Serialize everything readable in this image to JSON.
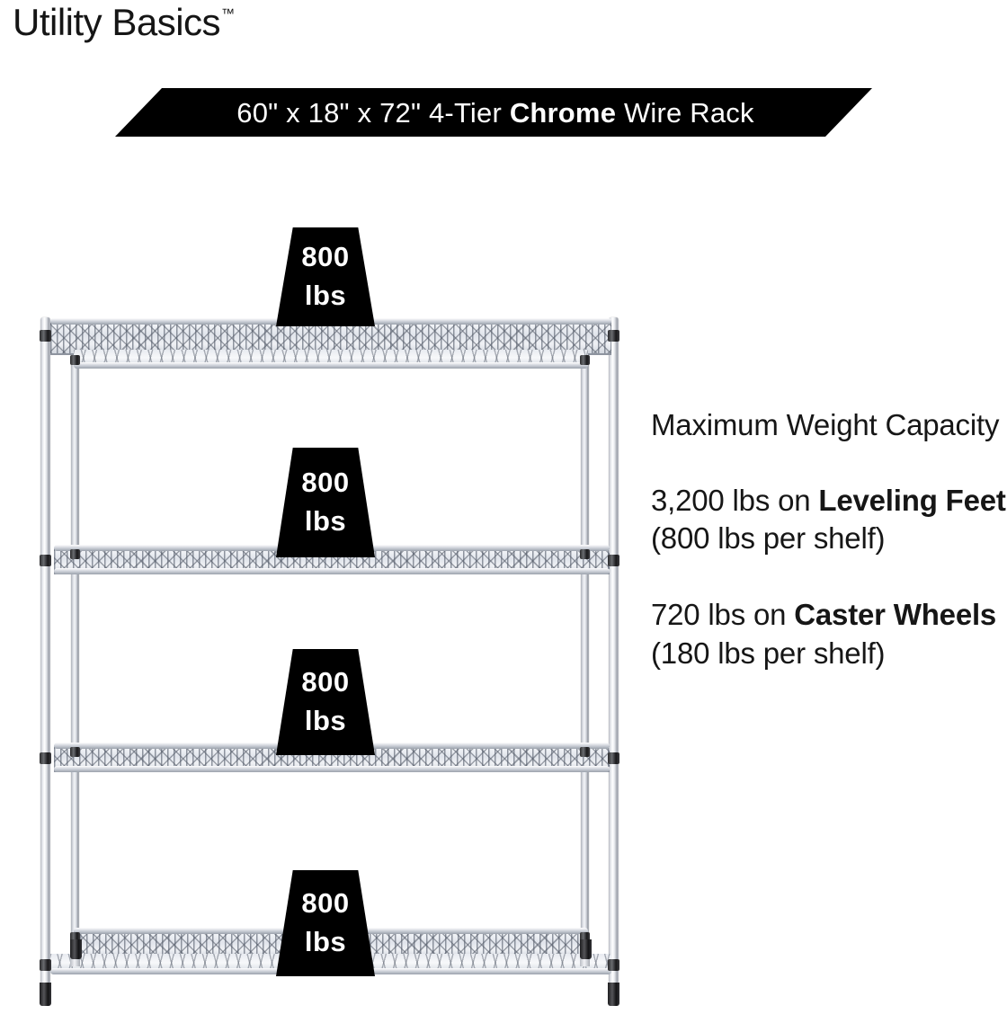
{
  "brand": {
    "name": "Utility Basics",
    "trademark": "™"
  },
  "banner": {
    "dimensions": "60\" x 18\" x 72\" 4-Tier ",
    "highlight": "Chrome",
    "suffix": " Wire Rack",
    "background_color": "#000000",
    "text_color": "#ffffff"
  },
  "callouts": [
    {
      "number": "800",
      "unit": "lbs"
    },
    {
      "number": "800",
      "unit": "lbs"
    },
    {
      "number": "800",
      "unit": "lbs"
    },
    {
      "number": "800",
      "unit": "lbs"
    }
  ],
  "copy": {
    "heading": "Maximum Weight Capacity",
    "leveling": {
      "lead": "3,200 lbs on ",
      "bold": "Leveling Feet",
      "tail": " (800 lbs per shelf)"
    },
    "caster": {
      "lead": "720 lbs on ",
      "bold": "Caster Wheels",
      "tail": " (180 lbs per shelf)"
    }
  },
  "product": {
    "tiers": 4,
    "finish": "Chrome",
    "chrome_color": "#dfe3ea",
    "accent_color": "#000000"
  }
}
